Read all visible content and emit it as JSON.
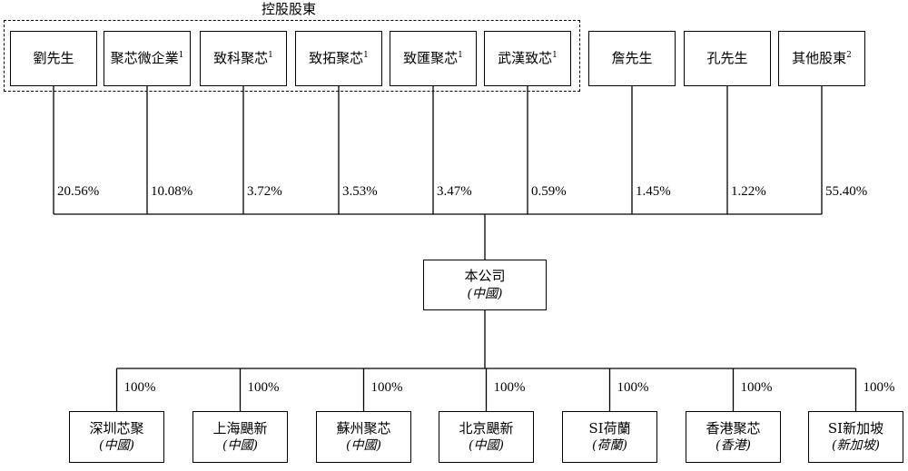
{
  "group_label": "控股股東",
  "shareholders": [
    {
      "name": "劉先生",
      "note": "",
      "percent": "20.56%"
    },
    {
      "name": "聚芯微企業",
      "note": "1",
      "percent": "10.08%"
    },
    {
      "name": "致科聚芯",
      "note": "1",
      "percent": "3.72%"
    },
    {
      "name": "致拓聚芯",
      "note": "1",
      "percent": "3.53%"
    },
    {
      "name": "致匯聚芯",
      "note": "1",
      "percent": "3.47%"
    },
    {
      "name": "武漢致芯",
      "note": "1",
      "percent": "0.59%"
    },
    {
      "name": "詹先生",
      "note": "",
      "percent": "1.45%"
    },
    {
      "name": "孔先生",
      "note": "",
      "percent": "1.22%"
    },
    {
      "name": "其他股東",
      "note": "2",
      "percent": "55.40%"
    }
  ],
  "company": {
    "name": "本公司",
    "location": "(中國)"
  },
  "subsidiaries": [
    {
      "name": "深圳芯聚",
      "location": "(中國)",
      "percent": "100%"
    },
    {
      "name": "上海颶新",
      "location": "(中國)",
      "percent": "100%"
    },
    {
      "name": "蘇州聚芯",
      "location": "(中國)",
      "percent": "100%"
    },
    {
      "name": "北京颶新",
      "location": "(中國)",
      "percent": "100%"
    },
    {
      "name": "SI荷蘭",
      "location": "(荷蘭)",
      "percent": "100%"
    },
    {
      "name": "香港聚芯",
      "location": "(香港)",
      "percent": "100%"
    },
    {
      "name": "SI新加坡",
      "location": "(新加坡)",
      "percent": "100%"
    }
  ]
}
